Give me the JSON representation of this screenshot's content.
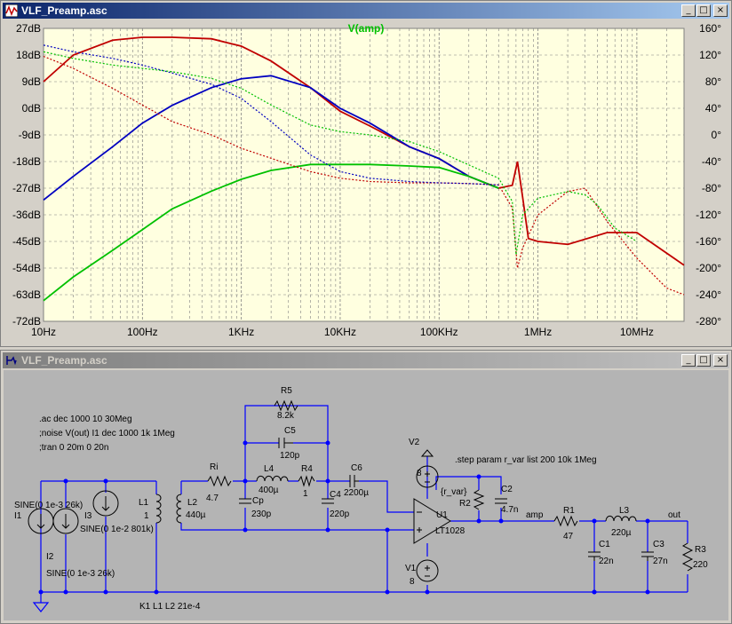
{
  "plot_window": {
    "title": "VLF_Preamp.asc",
    "trace_label": "V(amp)",
    "trace_color": "#00c000",
    "curve_colors": [
      "#c00000",
      "#0000c0",
      "#00c000"
    ],
    "background": "#ffffe0"
  },
  "schematic_window": {
    "title": "VLF_Preamp.asc",
    "background": "#b4b4b4",
    "wire_color": "#0000ff"
  },
  "window_buttons": {
    "minimize": "_",
    "maximize": "□",
    "close": "×"
  },
  "chart_data": {
    "type": "line",
    "title": "V(amp)",
    "x_scale": "log",
    "xlim": [
      "10Hz",
      "30MHz"
    ],
    "x_ticks": [
      "10Hz",
      "100Hz",
      "1KHz",
      "10KHz",
      "100KHz",
      "1MHz",
      "10MHz"
    ],
    "y_left_ticks": [
      "27dB",
      "18dB",
      "9dB",
      "0dB",
      "-9dB",
      "-18dB",
      "-27dB",
      "-36dB",
      "-45dB",
      "-54dB",
      "-63dB",
      "-72dB"
    ],
    "y_left_range": [
      -72,
      27
    ],
    "y_right_ticks": [
      "160°",
      "120°",
      "80°",
      "40°",
      "0°",
      "-40°",
      "-80°",
      "-120°",
      "-160°",
      "-200°",
      "-240°",
      "-280°"
    ],
    "y_right_range": [
      -280,
      160
    ],
    "grid": true,
    "series": [
      {
        "color": "#c00000",
        "kind": "magnitude",
        "x": [
          10,
          20,
          50,
          100,
          200,
          500,
          1000,
          2000,
          5000,
          10000,
          20000,
          50000,
          100000,
          200000,
          400000,
          550000,
          620000,
          700000,
          800000,
          1000000,
          2000000,
          5000000,
          10000000,
          30000000
        ],
        "y": [
          9,
          18,
          23,
          24,
          24,
          23.5,
          21,
          16,
          7,
          -1,
          -6,
          -13,
          -17,
          -23,
          -27,
          -26,
          -18,
          -30,
          -44,
          -45,
          -46,
          -42,
          -42,
          -53
        ]
      },
      {
        "color": "#0000c0",
        "kind": "magnitude",
        "x": [
          10,
          20,
          50,
          100,
          200,
          500,
          1000,
          2000,
          5000,
          10000,
          20000,
          50000,
          100000,
          200000,
          400000
        ],
        "y": [
          -31,
          -23,
          -13,
          -5,
          1,
          7,
          10,
          11,
          7,
          0,
          -5,
          -13,
          -17,
          -23,
          -27
        ]
      },
      {
        "color": "#00c000",
        "kind": "magnitude",
        "x": [
          10,
          20,
          50,
          100,
          200,
          500,
          1000,
          2000,
          5000,
          10000,
          20000,
          50000,
          100000,
          200000,
          400000
        ],
        "y": [
          -65,
          -57,
          -48,
          -41,
          -34,
          -28,
          -24,
          -21,
          -19,
          -19,
          -19,
          -19.5,
          -20,
          -23,
          -27
        ]
      },
      {
        "color": "#c00000",
        "kind": "phase",
        "x": [
          10,
          20,
          50,
          100,
          200,
          500,
          1000,
          2000,
          5000,
          10000,
          20000,
          50000,
          100000,
          200000,
          400000,
          550000,
          620000,
          700000,
          1000000,
          2000000,
          3000000,
          5000000,
          10000000,
          20000000,
          30000000
        ],
        "y": [
          118,
          100,
          70,
          45,
          20,
          0,
          -20,
          -35,
          -55,
          -65,
          -70,
          -72,
          -72,
          -73,
          -75,
          -110,
          -200,
          -170,
          -120,
          -85,
          -80,
          -130,
          -185,
          -230,
          -240
        ]
      },
      {
        "color": "#0000c0",
        "kind": "phase",
        "x": [
          10,
          20,
          50,
          100,
          200,
          500,
          1000,
          2000,
          5000,
          10000,
          20000,
          50000,
          100000,
          200000,
          400000
        ],
        "y": [
          135,
          125,
          115,
          105,
          93,
          76,
          55,
          20,
          -30,
          -55,
          -65,
          -70,
          -72,
          -73,
          -75
        ]
      },
      {
        "color": "#00c000",
        "kind": "phase",
        "x": [
          10,
          20,
          50,
          100,
          200,
          500,
          1000,
          2000,
          5000,
          10000,
          20000,
          50000,
          100000,
          200000,
          400000,
          550000,
          600000,
          700000,
          1000000,
          2000000,
          3000000,
          4000000,
          6000000,
          10000000
        ],
        "y": [
          125,
          115,
          105,
          100,
          95,
          85,
          70,
          45,
          15,
          5,
          0,
          -10,
          -25,
          -45,
          -65,
          -100,
          -180,
          -120,
          -95,
          -85,
          -90,
          -105,
          -140,
          -160
        ]
      }
    ]
  },
  "schematic": {
    "directives": [
      ".ac dec 1000 10 30Meg",
      ";noise V(out) I1 dec 1000 1k 1Meg",
      ";tran 0 20m 0 20n"
    ],
    "step": ".step param r_var list 200 10k 1Meg",
    "coupling": "K1 L1 L2 21e-4",
    "sources": {
      "I1": "I1",
      "I1_value": "SINE(0 1e-3 26k)",
      "I2": "I2",
      "I2_value": "SINE(0 1e-3 26k)",
      "I3": "I3",
      "I3_value": "SINE(0 1e-2 801k)"
    },
    "components": {
      "L1": "L1",
      "L1_v": "1",
      "L2": "L2",
      "L2_v": "440µ",
      "Ri": "Ri",
      "Ri_v": "4.7",
      "Cp": "Cp",
      "Cp_v": "230p",
      "R5": "R5",
      "R5_v": "8.2k",
      "C5": "C5",
      "C5_v": "120p",
      "L4": "L4",
      "L4_v": "400µ",
      "R4": "R4",
      "R4_v": "1",
      "C4": "C4",
      "C4_v": "220p",
      "C6": "C6",
      "C6_v": "2200µ",
      "V2": "V2",
      "V2_v": "8",
      "V1": "V1",
      "V1_v": "8",
      "R2": "R2",
      "R2_v": "{r_var}",
      "C2": "C2",
      "C2_v": "4.7n",
      "U1": "U1",
      "U1_v": "LT1028",
      "R1": "R1",
      "R1_v": "47",
      "L3": "L3",
      "L3_v": "220µ",
      "C1": "C1",
      "C1_v": "22n",
      "C3": "C3",
      "C3_v": "27n",
      "R3": "R3",
      "R3_v": "220"
    },
    "nets": {
      "amp": "amp",
      "out": "out"
    }
  }
}
